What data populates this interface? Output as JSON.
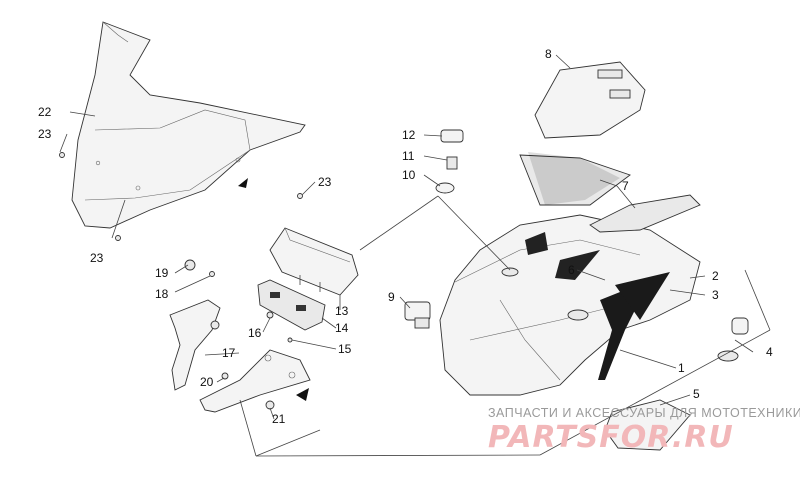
{
  "callouts": {
    "c1": "1",
    "c2": "2",
    "c3": "3",
    "c4": "4",
    "c5": "5",
    "c6": "6",
    "c7": "7",
    "c8": "8",
    "c9": "9",
    "c10": "10",
    "c11": "11",
    "c12": "12",
    "c13": "13",
    "c14": "14",
    "c15": "15",
    "c16": "16",
    "c17": "17",
    "c18": "18",
    "c19": "19",
    "c20": "20",
    "c21": "21",
    "c22": "22",
    "c23a": "23",
    "c23b": "23",
    "c23c": "23"
  },
  "watermark": {
    "tagline": "ЗАПЧАСТИ И АКСЕССУАРЫ ДЛЯ МОТОТЕХНИКИ",
    "brand": "PARTSFOR.RU"
  }
}
